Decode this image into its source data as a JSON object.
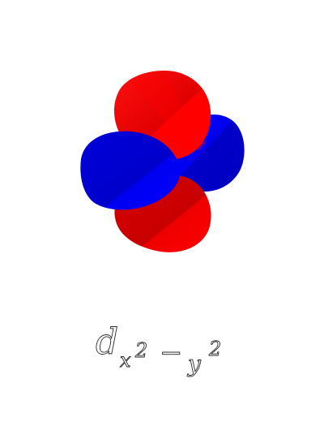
{
  "orbital": {
    "label": {
      "base": "d",
      "sub_x": "x",
      "sup_x": "2",
      "minus": "−",
      "sub_y": "y",
      "sup_y": "2"
    },
    "lobes": [
      {
        "name": "top",
        "phase": "positive",
        "color": "#ff0000",
        "shade": "#c80000"
      },
      {
        "name": "right",
        "phase": "negative",
        "color": "#0000ff",
        "shade": "#0000c8"
      },
      {
        "name": "bottom",
        "phase": "positive",
        "color": "#ff0000",
        "shade": "#c80000"
      },
      {
        "name": "left",
        "phase": "negative",
        "color": "#0000ff",
        "shade": "#0000c8"
      }
    ]
  }
}
